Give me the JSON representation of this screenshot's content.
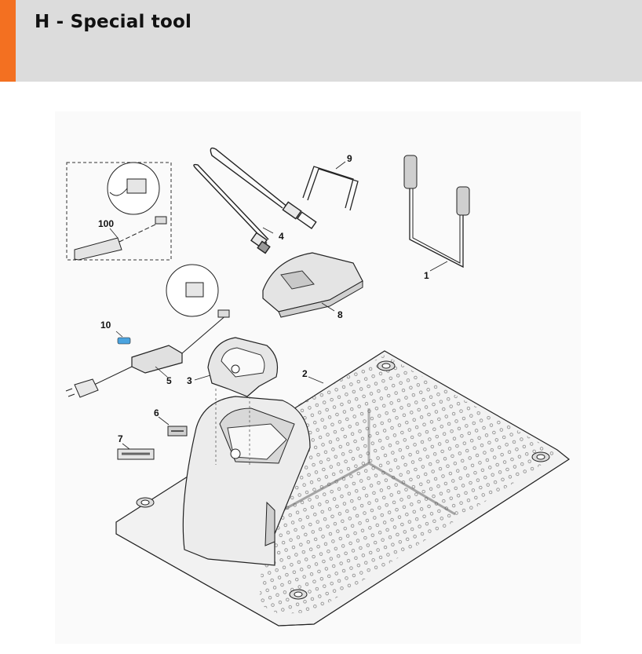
{
  "header": {
    "title": "H - Special tool"
  },
  "colors": {
    "accent": "#f37021",
    "header_bg": "#dcdcdc",
    "line": "#2a2a2a"
  },
  "callouts": {
    "c1": "1",
    "c2": "2",
    "c3": "3",
    "c4": "4",
    "c5": "5",
    "c6": "6",
    "c7": "7",
    "c8": "8",
    "c9": "9",
    "c10": "10",
    "c100": "100"
  }
}
